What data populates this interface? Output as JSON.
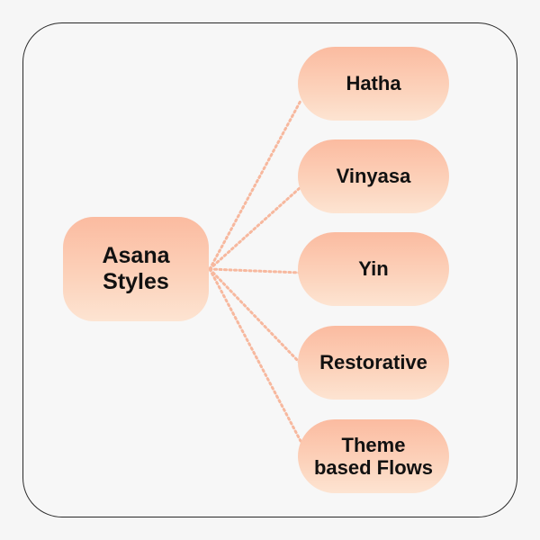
{
  "diagram": {
    "root": {
      "label": "Asana\nStyles"
    },
    "children": [
      {
        "label": "Hatha"
      },
      {
        "label": "Vinyasa"
      },
      {
        "label": "Yin"
      },
      {
        "label": "Restorative"
      },
      {
        "label": "Theme\nbased Flows"
      }
    ],
    "colors": {
      "node_top": "#fbbba0",
      "node_bottom": "#fde4d2",
      "connector": "#f7b89e",
      "border": "#2a2a2a",
      "background": "#f6f6f6"
    }
  }
}
